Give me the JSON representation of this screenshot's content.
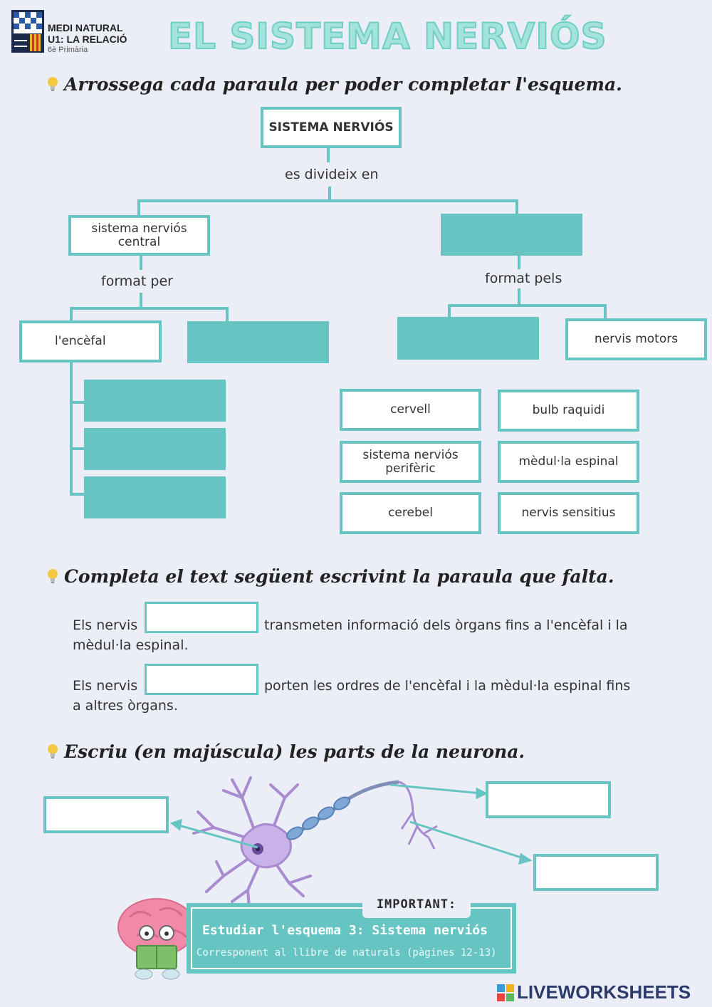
{
  "header": {
    "line1": "MEDI NATURAL",
    "line2": "U1: LA RELACIÓ",
    "line3": "6è Primària",
    "title": "EL SISTEMA NERVIÓS"
  },
  "section1": {
    "instruction": "Arrossega cada paraula per poder completar l'esquema.",
    "root": "SISTEMA NERVIÓS",
    "divides": "es divideix en",
    "central": "sistema nerviós central",
    "format_per": "format per",
    "format_pels": "format pels",
    "encefal": "l'encèfal",
    "motors": "nervis motors",
    "word_bank": [
      "cervell",
      "bulb raquidi",
      "sistema nerviós perifèric",
      "mèdul·la espinal",
      "cerebel",
      "nervis sensitius"
    ]
  },
  "section2": {
    "instruction": "Completa el text següent escrivint la paraula que falta.",
    "p1_before": "Els nervis",
    "p1_after": "transmeten informació dels òrgans fins a l'encèfal i la",
    "p1_line2": "mèdul·la espinal.",
    "p2_before": "Els nervis",
    "p2_after": "porten les ordres de l'encèfal i la mèdul·la espinal fins",
    "p2_line2": "a altres òrgans."
  },
  "section3": {
    "instruction": "Escriu (en majúscula) les parts de la neurona."
  },
  "important": {
    "tag": "IMPORTANT:",
    "line1": "Estudiar l'esquema 3: Sistema nerviós",
    "line2": "Corresponent al llibre de naturals (pàgines 12-13)"
  },
  "footer": {
    "brand": "LIVEWORKSHEETS"
  },
  "colors": {
    "accent": "#66c5c3",
    "title": "#a3e3dc",
    "neuron": "#a98bd0",
    "background": "#eceef7"
  }
}
